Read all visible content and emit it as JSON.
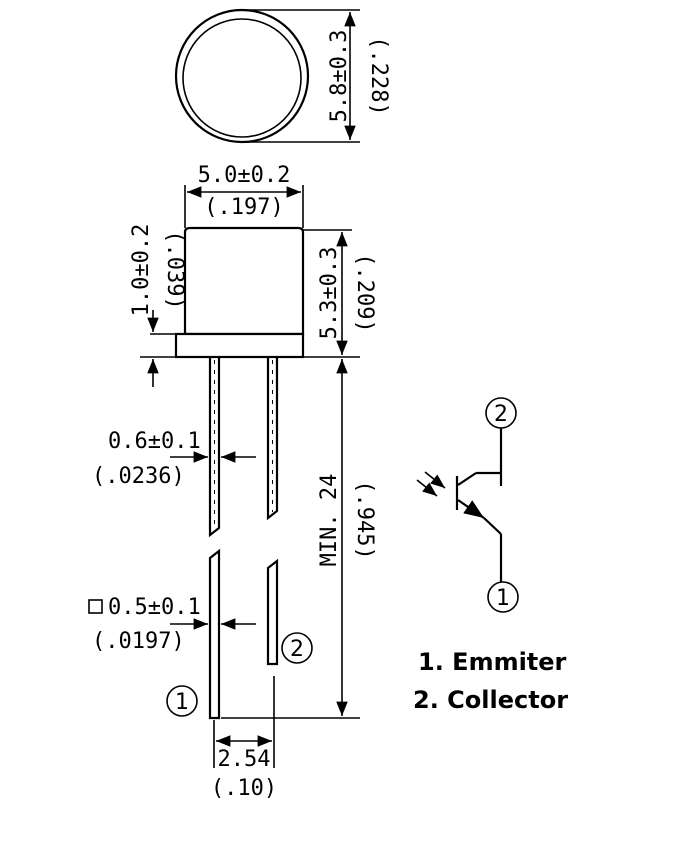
{
  "dimensions": {
    "lens_diameter": "5.8±0.3",
    "lens_diameter_in": "(.228)",
    "body_width": "5.0±0.2",
    "body_width_in": "(.197)",
    "flange_height": "1.0±0.2",
    "flange_height_in": "(.039)",
    "body_height": "5.3±0.3",
    "body_height_in": "(.209)",
    "lead_width": "0.6±0.1",
    "lead_width_in": "(.0236)",
    "lead_square": "0.5±0.1",
    "lead_square_in": "(.0197)",
    "lead_length": "MIN. 24",
    "lead_length_in": "(.945)",
    "lead_pitch": "2.54",
    "lead_pitch_in": "(.10)"
  },
  "pins": {
    "pin1": "1",
    "pin2": "2"
  },
  "legend": {
    "item1": "1. Emmiter",
    "item2": "2. Collector"
  }
}
